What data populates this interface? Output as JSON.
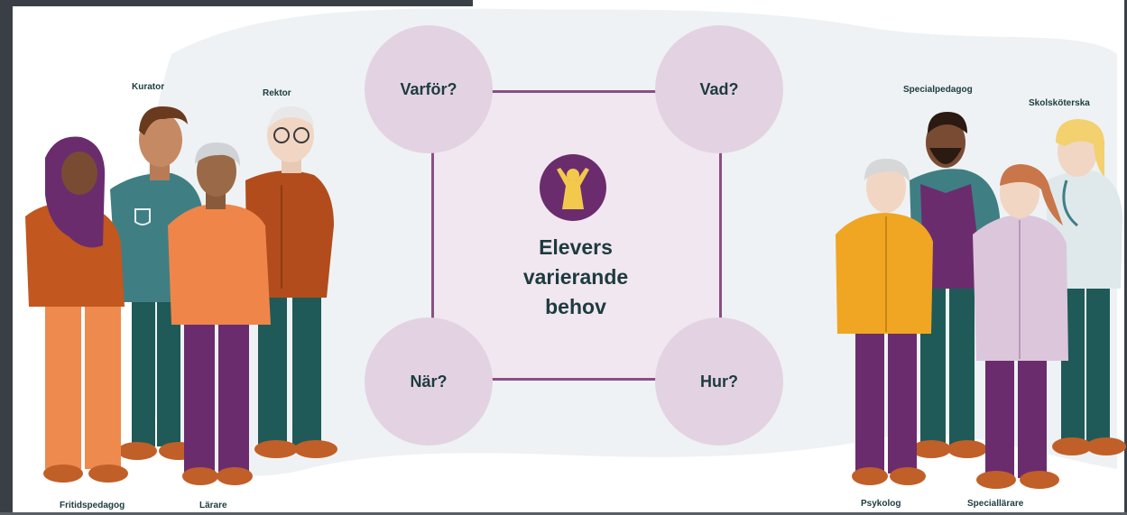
{
  "diagram": {
    "center_title_lines": [
      "Elevers",
      "varierande",
      "behov"
    ],
    "questions": {
      "top_left": "Varför?",
      "top_right": "Vad?",
      "bottom_left": "När?",
      "bottom_right": "Hur?"
    }
  },
  "roles": {
    "kurator": "Kurator",
    "rektor": "Rektor",
    "fritidspedagog": "Fritidspedagog",
    "larare": "Lärare",
    "specialpedagog": "Specialpedagog",
    "skolskoterska": "Skolsköterska",
    "psykolog": "Psykolog",
    "speciallarare": "Speciallärare"
  },
  "colors": {
    "accent_purple": "#6b2c6e",
    "frame_line": "#8a4f85",
    "circle_fill": "#e3d3e2",
    "center_fill": "#f1e7f0",
    "background_blob": "#eef2f4",
    "text_dark": "#1d3b3f",
    "child_yellow": "#f2c94c"
  },
  "icons": {
    "center_icon": "child-raising-arms-icon"
  }
}
